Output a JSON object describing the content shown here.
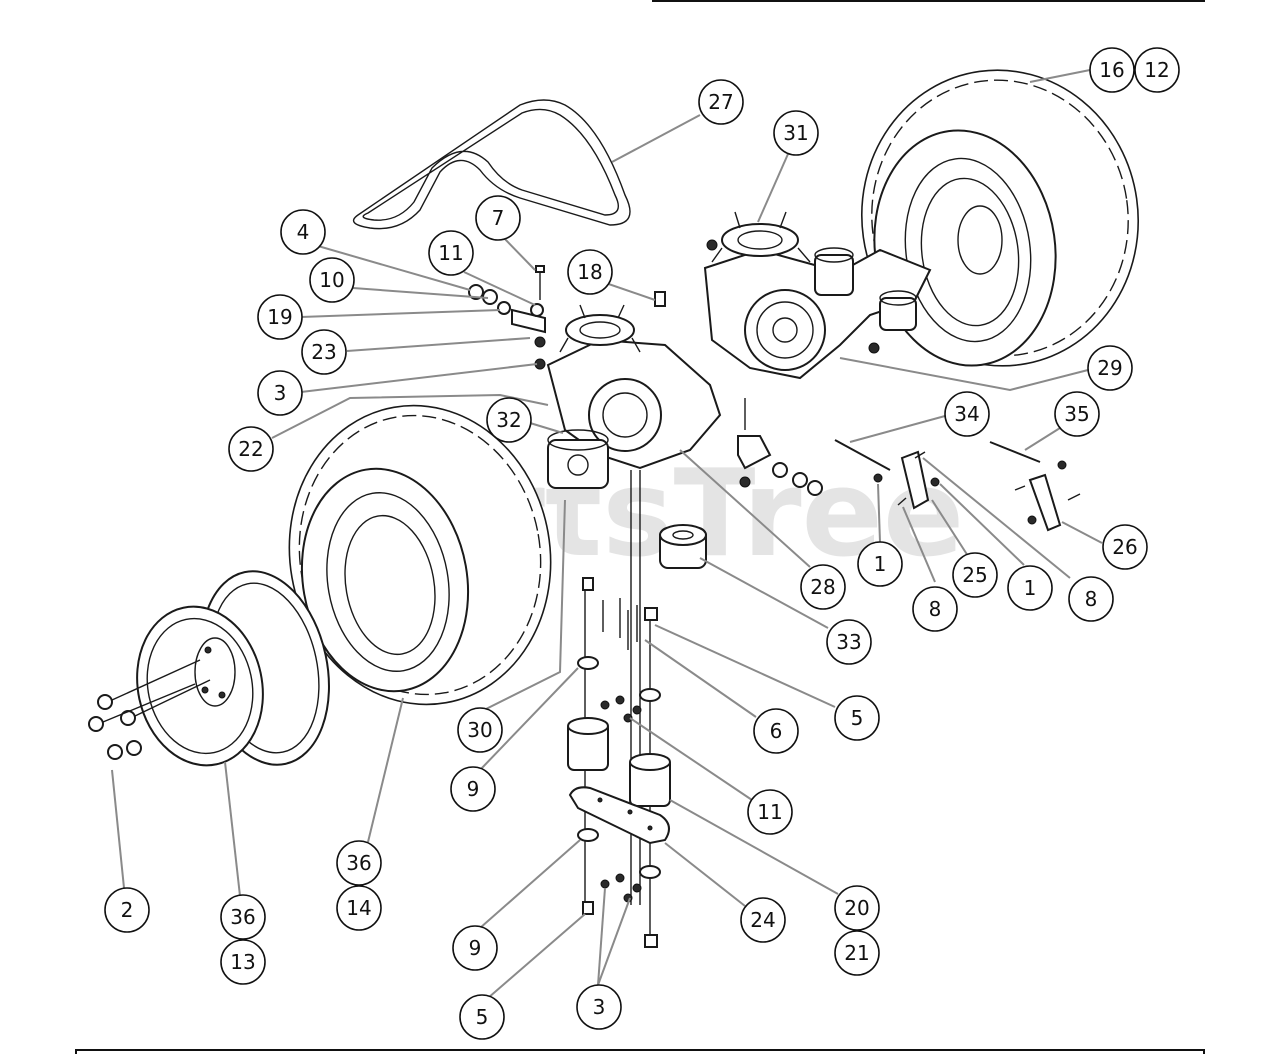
{
  "watermark": "PartsTree",
  "colors": {
    "ink": "#111111",
    "leader": "#8a8a8a",
    "watermark": "#cfcfcf"
  },
  "callouts": [
    {
      "id": "c16",
      "label": "16"
    },
    {
      "id": "c12",
      "label": "12"
    },
    {
      "id": "c27",
      "label": "27"
    },
    {
      "id": "c31",
      "label": "31"
    },
    {
      "id": "c7",
      "label": "7"
    },
    {
      "id": "c4",
      "label": "4"
    },
    {
      "id": "c11a",
      "label": "11"
    },
    {
      "id": "c18",
      "label": "18"
    },
    {
      "id": "c10",
      "label": "10"
    },
    {
      "id": "c19",
      "label": "19"
    },
    {
      "id": "c23",
      "label": "23"
    },
    {
      "id": "c3a",
      "label": "3"
    },
    {
      "id": "c22",
      "label": "22"
    },
    {
      "id": "c32",
      "label": "32"
    },
    {
      "id": "c29",
      "label": "29"
    },
    {
      "id": "c34",
      "label": "34"
    },
    {
      "id": "c35",
      "label": "35"
    },
    {
      "id": "c26",
      "label": "26"
    },
    {
      "id": "c1a",
      "label": "1"
    },
    {
      "id": "c25",
      "label": "25"
    },
    {
      "id": "c1b",
      "label": "1"
    },
    {
      "id": "c8a",
      "label": "8"
    },
    {
      "id": "c8b",
      "label": "8"
    },
    {
      "id": "c28",
      "label": "28"
    },
    {
      "id": "c33",
      "label": "33"
    },
    {
      "id": "c30",
      "label": "30"
    },
    {
      "id": "c6",
      "label": "6"
    },
    {
      "id": "c5a",
      "label": "5"
    },
    {
      "id": "c9a",
      "label": "9"
    },
    {
      "id": "c11b",
      "label": "11"
    },
    {
      "id": "c36a",
      "label": "36"
    },
    {
      "id": "c14",
      "label": "14"
    },
    {
      "id": "c2",
      "label": "2"
    },
    {
      "id": "c36b",
      "label": "36"
    },
    {
      "id": "c13",
      "label": "13"
    },
    {
      "id": "c24",
      "label": "24"
    },
    {
      "id": "c20",
      "label": "20"
    },
    {
      "id": "c21",
      "label": "21"
    },
    {
      "id": "c9b",
      "label": "9"
    },
    {
      "id": "c5b",
      "label": "5"
    },
    {
      "id": "c3b",
      "label": "3"
    }
  ]
}
